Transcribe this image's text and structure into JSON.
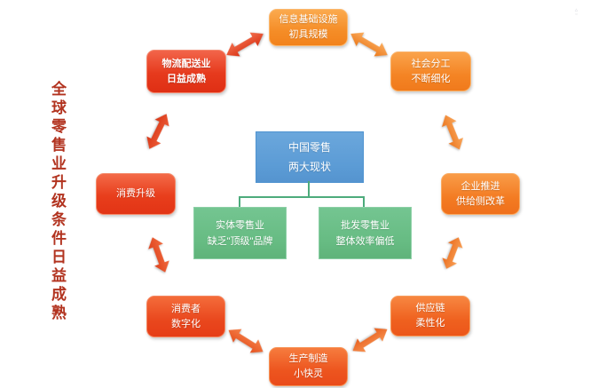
{
  "side_title": {
    "text": "全球零售业升级条件日益成熟",
    "color": "#b2331f"
  },
  "center_box": {
    "line1": "中国零售",
    "line2": "两大现状",
    "fill": "#5b9bd5"
  },
  "sub_boxes": [
    {
      "line1": "实体零售业",
      "line2": "缺乏\"顶级\"品牌",
      "fill": "#66bb82"
    },
    {
      "line1": "批发零售业",
      "line2": "整体效率偏低",
      "fill": "#66bb82"
    }
  ],
  "ring_boxes": [
    {
      "id": "info",
      "line1": "信息基础设施",
      "line2": "初具规模",
      "fill": "#f58d27"
    },
    {
      "id": "social",
      "line1": "社会分工",
      "line2": "不断细化",
      "fill": "#f48424"
    },
    {
      "id": "enterprise",
      "line1": "企业推进",
      "line2": "供给侧改革",
      "fill": "#f37b22"
    },
    {
      "id": "supply",
      "line1": "供应链",
      "line2": "柔性化",
      "fill": "#ef611f"
    },
    {
      "id": "production",
      "line1": "生产制造",
      "line2": "小快灵",
      "fill": "#ed551f"
    },
    {
      "id": "consumer",
      "line1": "消费者",
      "line2": "数字化",
      "fill": "#e9471d"
    },
    {
      "id": "upgrade",
      "line1": "消费升级",
      "line2": "",
      "fill": "#e83e1c"
    },
    {
      "id": "logistics",
      "line1": "物流配送业",
      "line2": "日益成熟",
      "fill": "#e63a1d"
    }
  ],
  "connections": [
    {
      "from": "logistics",
      "to": "info",
      "style": "double-arrow"
    },
    {
      "from": "info",
      "to": "social",
      "style": "double-arrow"
    },
    {
      "from": "social",
      "to": "enterprise",
      "style": "double-arrow"
    },
    {
      "from": "enterprise",
      "to": "supply",
      "style": "double-arrow"
    },
    {
      "from": "supply",
      "to": "production",
      "style": "double-arrow"
    },
    {
      "from": "production",
      "to": "consumer",
      "style": "double-arrow"
    },
    {
      "from": "consumer",
      "to": "upgrade",
      "style": "double-arrow"
    },
    {
      "from": "upgrade",
      "to": "logistics",
      "style": "double-arrow"
    },
    {
      "from": "center_box",
      "to": "sub_boxes",
      "style": "tree-lines",
      "line_color": "#4dab7c"
    }
  ]
}
